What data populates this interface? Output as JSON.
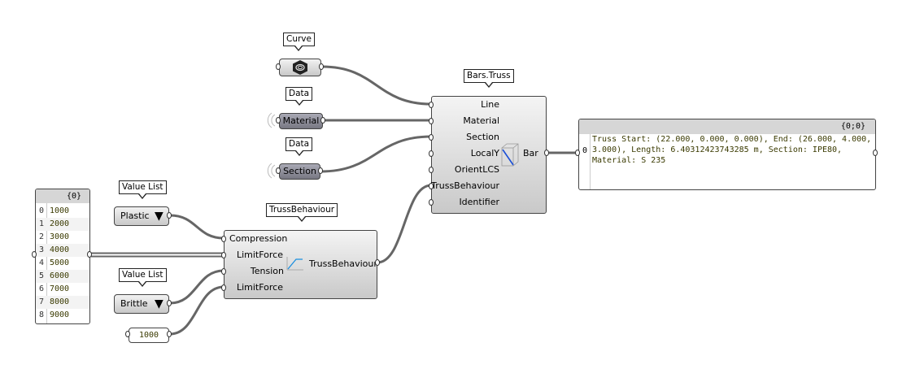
{
  "tooltips": {
    "curve": "Curve",
    "data1": "Data",
    "data2": "Data",
    "bars_truss": "Bars.Truss",
    "value_list1": "Value List",
    "value_list2": "Value List",
    "truss_behaviour": "TrussBehaviour"
  },
  "params": {
    "curve_icon": "curve-param-icon",
    "material": "Material",
    "section": "Section"
  },
  "truss": {
    "inputs": [
      "Line",
      "Material",
      "Section",
      "LocalY",
      "OrientLCS",
      "TrussBehaviour",
      "Identifier"
    ],
    "output": "Bar"
  },
  "panel": {
    "path": "{0;0}",
    "index": "0",
    "text": "Truss Start: (22.000, 0.000, 0.000), End: (26.000, 4.000, 3.000), Length: 6.40312423743285 m, Section: IPE80, Material: S 235"
  },
  "list_panel": {
    "path": "{0}",
    "rows": [
      {
        "i": "0",
        "v": "1000"
      },
      {
        "i": "1",
        "v": "2000"
      },
      {
        "i": "2",
        "v": "3000"
      },
      {
        "i": "3",
        "v": "4000"
      },
      {
        "i": "4",
        "v": "5000"
      },
      {
        "i": "5",
        "v": "6000"
      },
      {
        "i": "6",
        "v": "7000"
      },
      {
        "i": "7",
        "v": "8000"
      },
      {
        "i": "8",
        "v": "9000"
      }
    ]
  },
  "value_lists": {
    "compression": "Plastic",
    "tension": "Brittle"
  },
  "number": "1000",
  "behaviour": {
    "inputs": [
      "Compression",
      "LimitForce",
      "Tension",
      "LimitForce"
    ],
    "output": "TrussBehaviour"
  },
  "colors": {
    "wire": "#666666",
    "icon_blue": "#1a4fd6"
  }
}
